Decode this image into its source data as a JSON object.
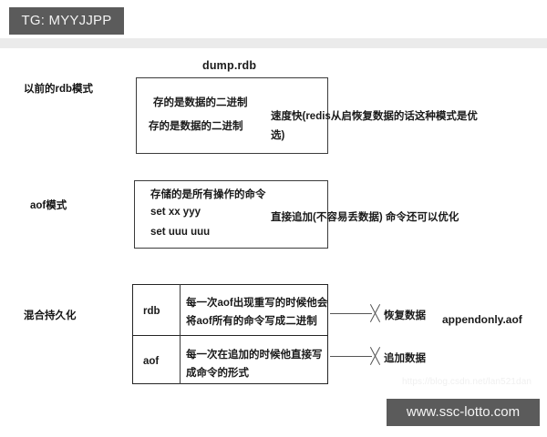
{
  "top_banner": {
    "text": "TG: MYYJJPP"
  },
  "bottom_banner": {
    "text": "www.ssc-lotto.com"
  },
  "watermark": {
    "text": "https://blog.csdn.net/lan521dan"
  },
  "sections": {
    "rdb": {
      "row_label": "以前的rdb模式",
      "caption": "dump.rdb",
      "box_line1": "存的是数据的二进制",
      "box_line2": "存的是数据的二进制",
      "note": "速度快(redis从启恢复数据的话这种模式是优选)"
    },
    "aof": {
      "row_label": "aof模式",
      "box_line1": "存储的是所有操作的命令",
      "box_line2": "set xx   yyy",
      "box_line3": "set uuu uuu",
      "note": "直接追加(不容易丢数据) 命令还可以优化"
    },
    "mixed": {
      "row_label": "混合持久化",
      "rows": [
        {
          "key": "rdb",
          "text": "每一次aof出现重写的时候他会将aof所有的命令写成二进制",
          "arrow_label": "恢复数据"
        },
        {
          "key": "aof",
          "text": "每一次在追加的时候他直接写成命令的形式",
          "arrow_label": "追加数据"
        }
      ],
      "output_file": "appendonly.aof"
    }
  },
  "colors": {
    "banner_bg": "#5b5b5b",
    "strip_bg": "#ebebeb",
    "box_border": "#3b3b3b",
    "table_border": "#242424",
    "text": "#1a1a1a"
  }
}
